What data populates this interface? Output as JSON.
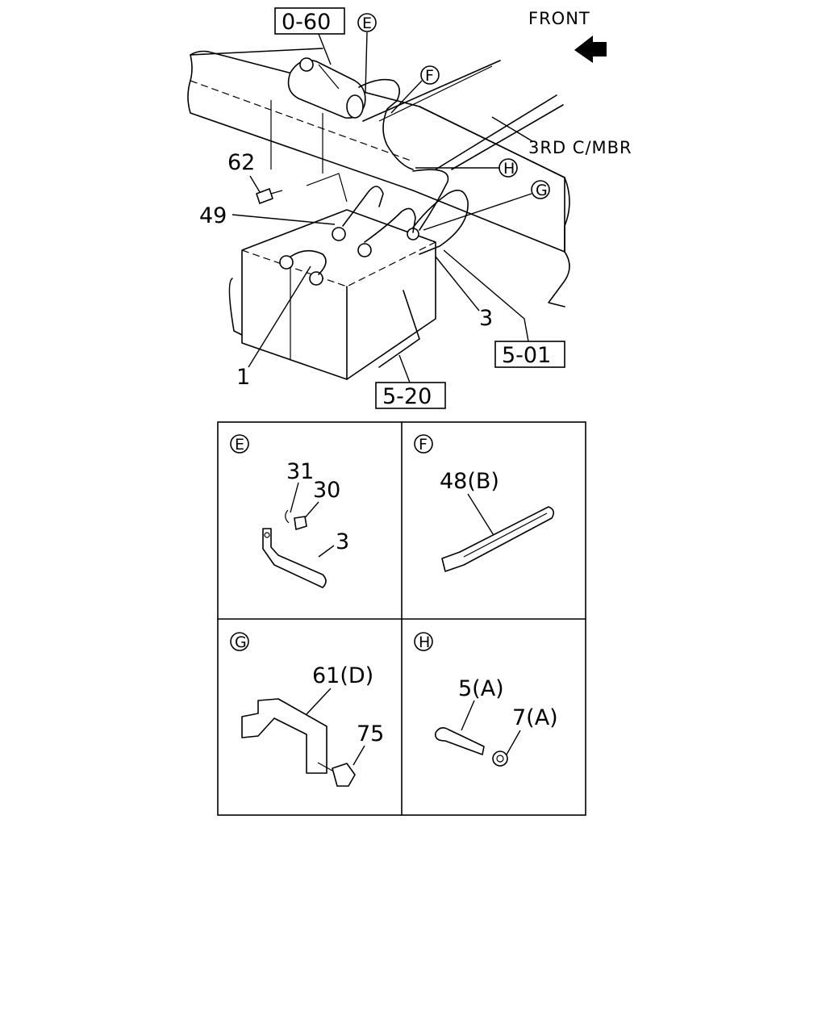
{
  "main": {
    "front_label": "FRONT",
    "member_label": "3RD C/MBR",
    "refs": {
      "r060": "0-60",
      "r501": "5-01",
      "r520": "5-20"
    },
    "callouts": {
      "e": "E",
      "f": "F",
      "g": "G",
      "h": "H"
    },
    "numbers": {
      "n62": "62",
      "n49": "49",
      "n3": "3",
      "n1": "1"
    }
  },
  "details": {
    "e": {
      "letter": "E",
      "labels": [
        "31",
        "30",
        "3"
      ]
    },
    "f": {
      "letter": "F",
      "labels": [
        "48(B)"
      ]
    },
    "g": {
      "letter": "G",
      "labels": [
        "61(D)",
        "75"
      ]
    },
    "h": {
      "letter": "H",
      "labels": [
        "5(A)",
        "7(A)"
      ]
    }
  }
}
